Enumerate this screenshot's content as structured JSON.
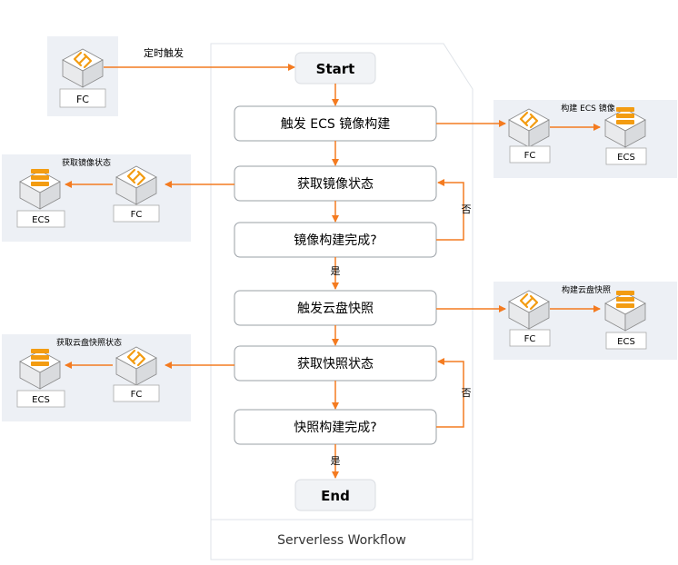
{
  "colors": {
    "arrow": "#f47b20",
    "icon_orange": "#f39c12",
    "panel_bg": "#edf0f5",
    "workflow_panel": "#ffffff",
    "step_border": "#9aa0a6"
  },
  "trigger": {
    "label": "定时触发",
    "fc_label": "FC"
  },
  "workflow": {
    "start": "Start",
    "end": "End",
    "title": "Serverless Workflow",
    "steps": [
      "触发 ECS 镜像构建",
      "获取镜像状态",
      "镜像构建完成?",
      "触发云盘快照",
      "获取快照状态",
      "快照构建完成?"
    ],
    "yes_label": "是",
    "no_label": "否"
  },
  "panels": {
    "build_image": {
      "title": "构建 ECS 镜像",
      "fc_label": "FC",
      "ecs_label": "ECS"
    },
    "get_image_status": {
      "title": "获取镜像状态",
      "fc_label": "FC",
      "ecs_label": "ECS"
    },
    "build_snapshot": {
      "title": "构建云盘快照",
      "fc_label": "FC",
      "ecs_label": "ECS"
    },
    "get_snapshot_status": {
      "title": "获取云盘快照状态",
      "fc_label": "FC",
      "ecs_label": "ECS"
    }
  },
  "icons": [
    "fc-function-icon",
    "ecs-server-icon"
  ]
}
